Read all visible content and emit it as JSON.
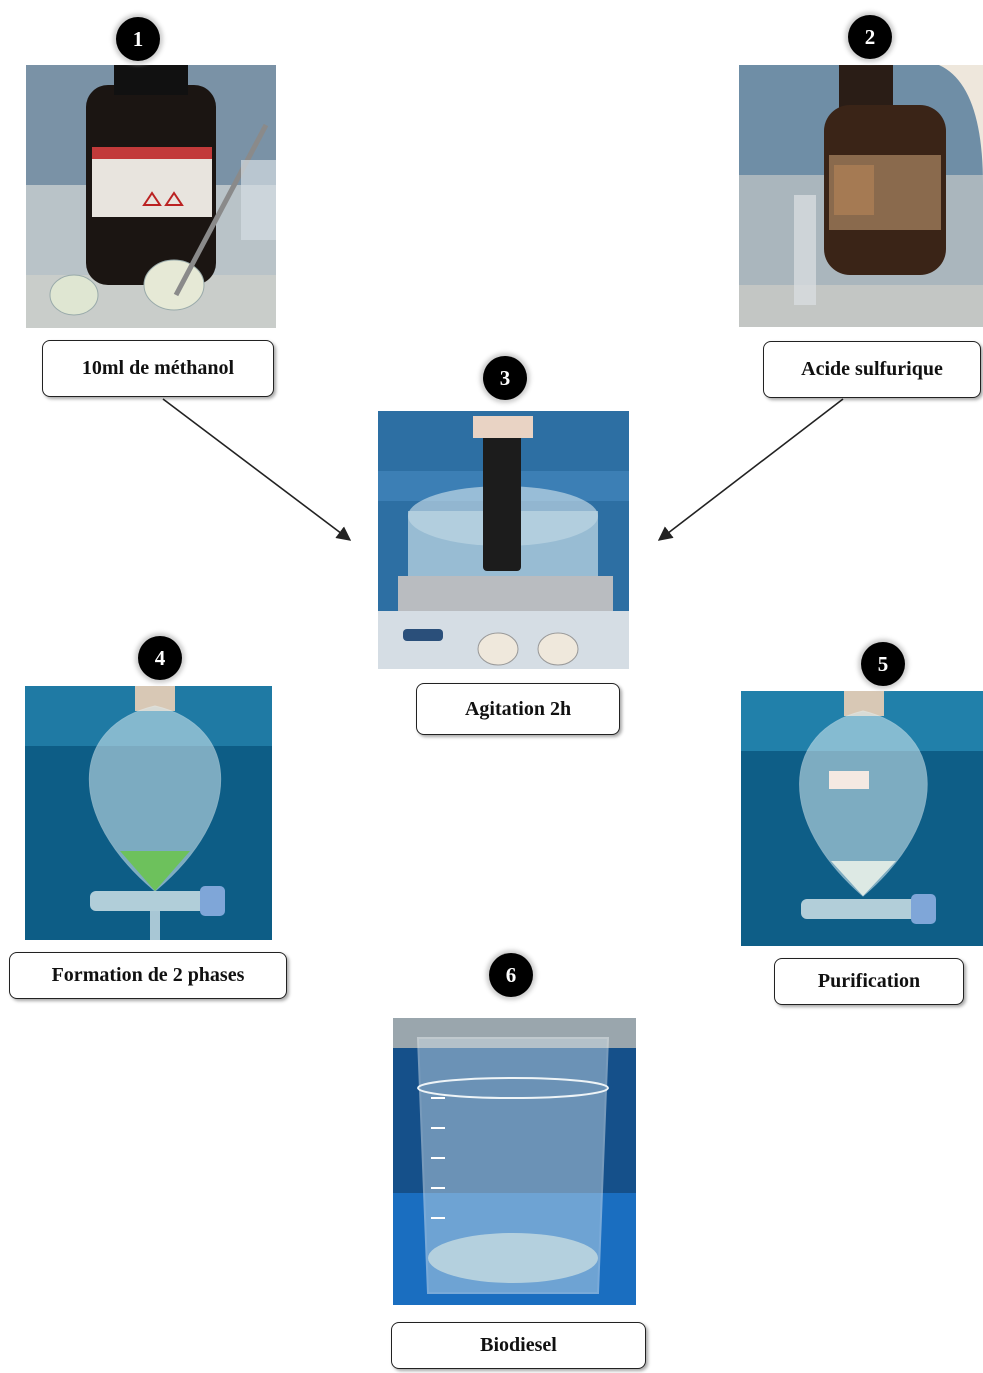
{
  "steps": [
    {
      "number": "1",
      "label": "10ml de méthanol"
    },
    {
      "number": "2",
      "label": "Acide sulfurique"
    },
    {
      "number": "3",
      "label": "Agitation 2h"
    },
    {
      "number": "4",
      "label": "Formation de 2 phases"
    },
    {
      "number": "5",
      "label": "Purification"
    },
    {
      "number": "6",
      "label": "Biodiesel"
    }
  ],
  "photos": [
    {
      "subject": "methanol-bottle"
    },
    {
      "subject": "sulfuric-acid-bottle"
    },
    {
      "subject": "stirrer-beaker"
    },
    {
      "subject": "separatory-funnel-two-phases"
    },
    {
      "subject": "separatory-funnel-purification"
    },
    {
      "subject": "biodiesel-beaker"
    }
  ],
  "colors": {
    "badge": "#000000",
    "arrow": "#222222",
    "bench_blue": "#1f6fb0"
  }
}
